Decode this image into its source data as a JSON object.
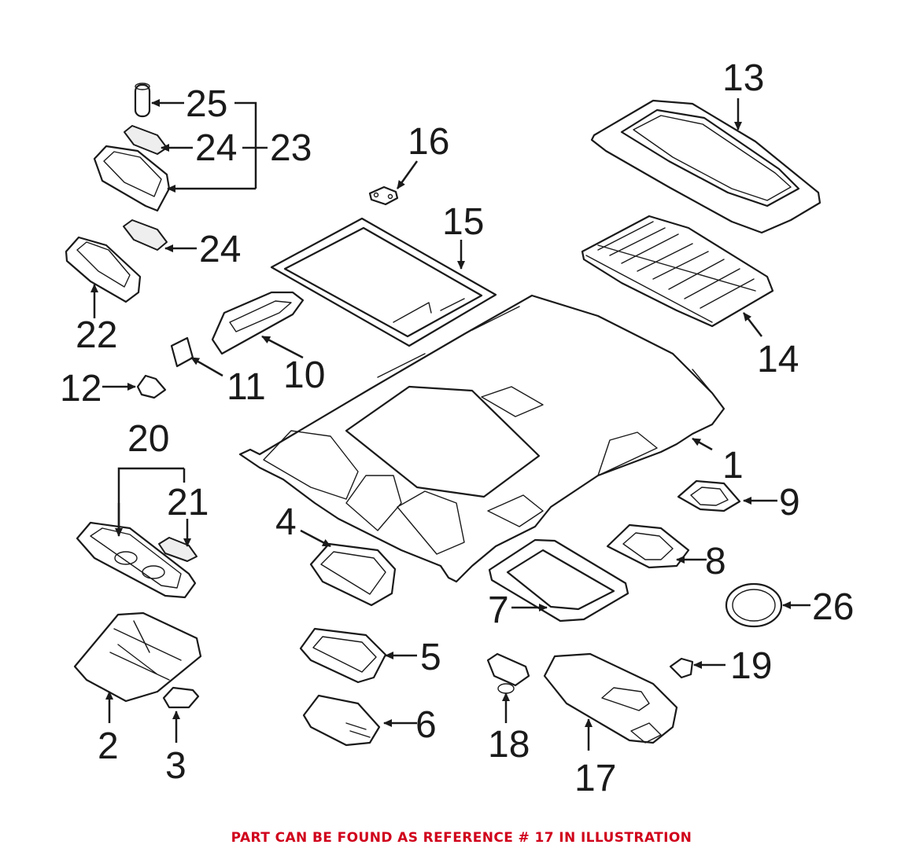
{
  "labels": {
    "l1": "1",
    "l2": "2",
    "l3": "3",
    "l4": "4",
    "l5": "5",
    "l6": "6",
    "l7": "7",
    "l8": "8",
    "l9": "9",
    "l10": "10",
    "l11": "11",
    "l12": "12",
    "l13": "13",
    "l14": "14",
    "l15": "15",
    "l16": "16",
    "l17": "17",
    "l18": "18",
    "l19": "19",
    "l20": "20",
    "l21": "21",
    "l22": "22",
    "l23": "23",
    "l24a": "24",
    "l24b": "24",
    "l25": "25",
    "l26": "26"
  },
  "footer": {
    "text": "PART CAN BE FOUND AS REFERENCE # 17 IN ILLUSTRATION",
    "color": "#d0021b"
  }
}
